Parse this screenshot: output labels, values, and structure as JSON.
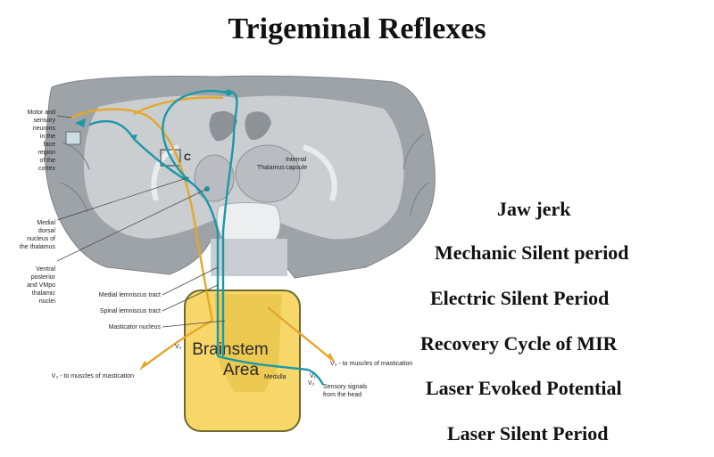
{
  "title": "Trigeminal Reflexes",
  "reflex_list": [
    "Jaw jerk",
    "Mechanic Silent period",
    "Electric Silent Period",
    "Recovery Cycle of MIR",
    "Laser Evoked Potential",
    "Laser Silent Period"
  ],
  "diagram": {
    "labels": {
      "motor_sensory": [
        "Motor and",
        "sensory",
        "neurons",
        "in the",
        "face",
        "region",
        "of the",
        "cortex"
      ],
      "medial_dorsal": [
        "Medial",
        "dorsal",
        "nucleus of",
        "the thalamus"
      ],
      "ventral_posterior": [
        "Ventral",
        "posterior",
        "and VMpo",
        "thalamic",
        "nuclei"
      ],
      "medial_lemniscus": "Medial lemniscus tract",
      "spinal_lemniscus": "Spinal lemniscus tract",
      "masticator_nucleus": "Masticator nucleus",
      "thalamus": "Thalamus",
      "internal_capsule": [
        "Internal",
        "capsule"
      ],
      "c_marker": "C",
      "v3_left": "V₃ - to muscles of mastication",
      "v3_right": "V₃ - to muscles of mastication",
      "v1": "V₁",
      "v2": "V₂",
      "v3_small": "V₃",
      "sensory_signals": [
        "Sensory signals",
        "from the head"
      ],
      "medulla": "Medulla"
    },
    "brainstem_area": [
      "Brainstem",
      "Area"
    ],
    "colors": {
      "brain_tissue": "#9ea3a8",
      "white_matter": "#d9dcdf",
      "sensory_pathway": "#1b98a8",
      "motor_pathway": "#e3a82a",
      "brainstem_box_fill": "#f7d35a",
      "brainstem_box_border": "#6b6a2a"
    }
  }
}
